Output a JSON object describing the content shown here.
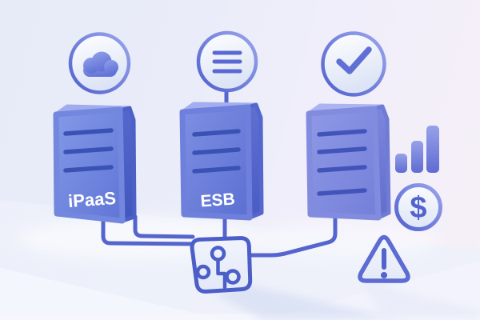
{
  "illustration": {
    "description": "Isometric illustration of three server boxes connected to a central integration hub",
    "boxes": [
      {
        "label": "iPaaS",
        "badge_icon": "cloud-icon",
        "stripes": 3
      },
      {
        "label": "ESB",
        "badge_icon": "list-icon",
        "stripes": 3
      },
      {
        "label": "",
        "badge_icon": "check-icon",
        "stripes": 4
      }
    ],
    "coin": {
      "symbol": "$"
    },
    "side_icons": [
      "bar-chart-icon",
      "dollar-coin-icon",
      "warning-icon"
    ],
    "hub": {
      "icon": "circuit-hub-icon"
    },
    "colors": {
      "background_left": "#e6ebf7",
      "background_right": "#f6f0f8",
      "box_front": "#7487dd",
      "box_side": "#5064c9",
      "box_stripe": "#3b52b5",
      "connector": "#5565cd",
      "outline_blue": "#4c5ec8",
      "label_text": "#ffffff"
    }
  }
}
